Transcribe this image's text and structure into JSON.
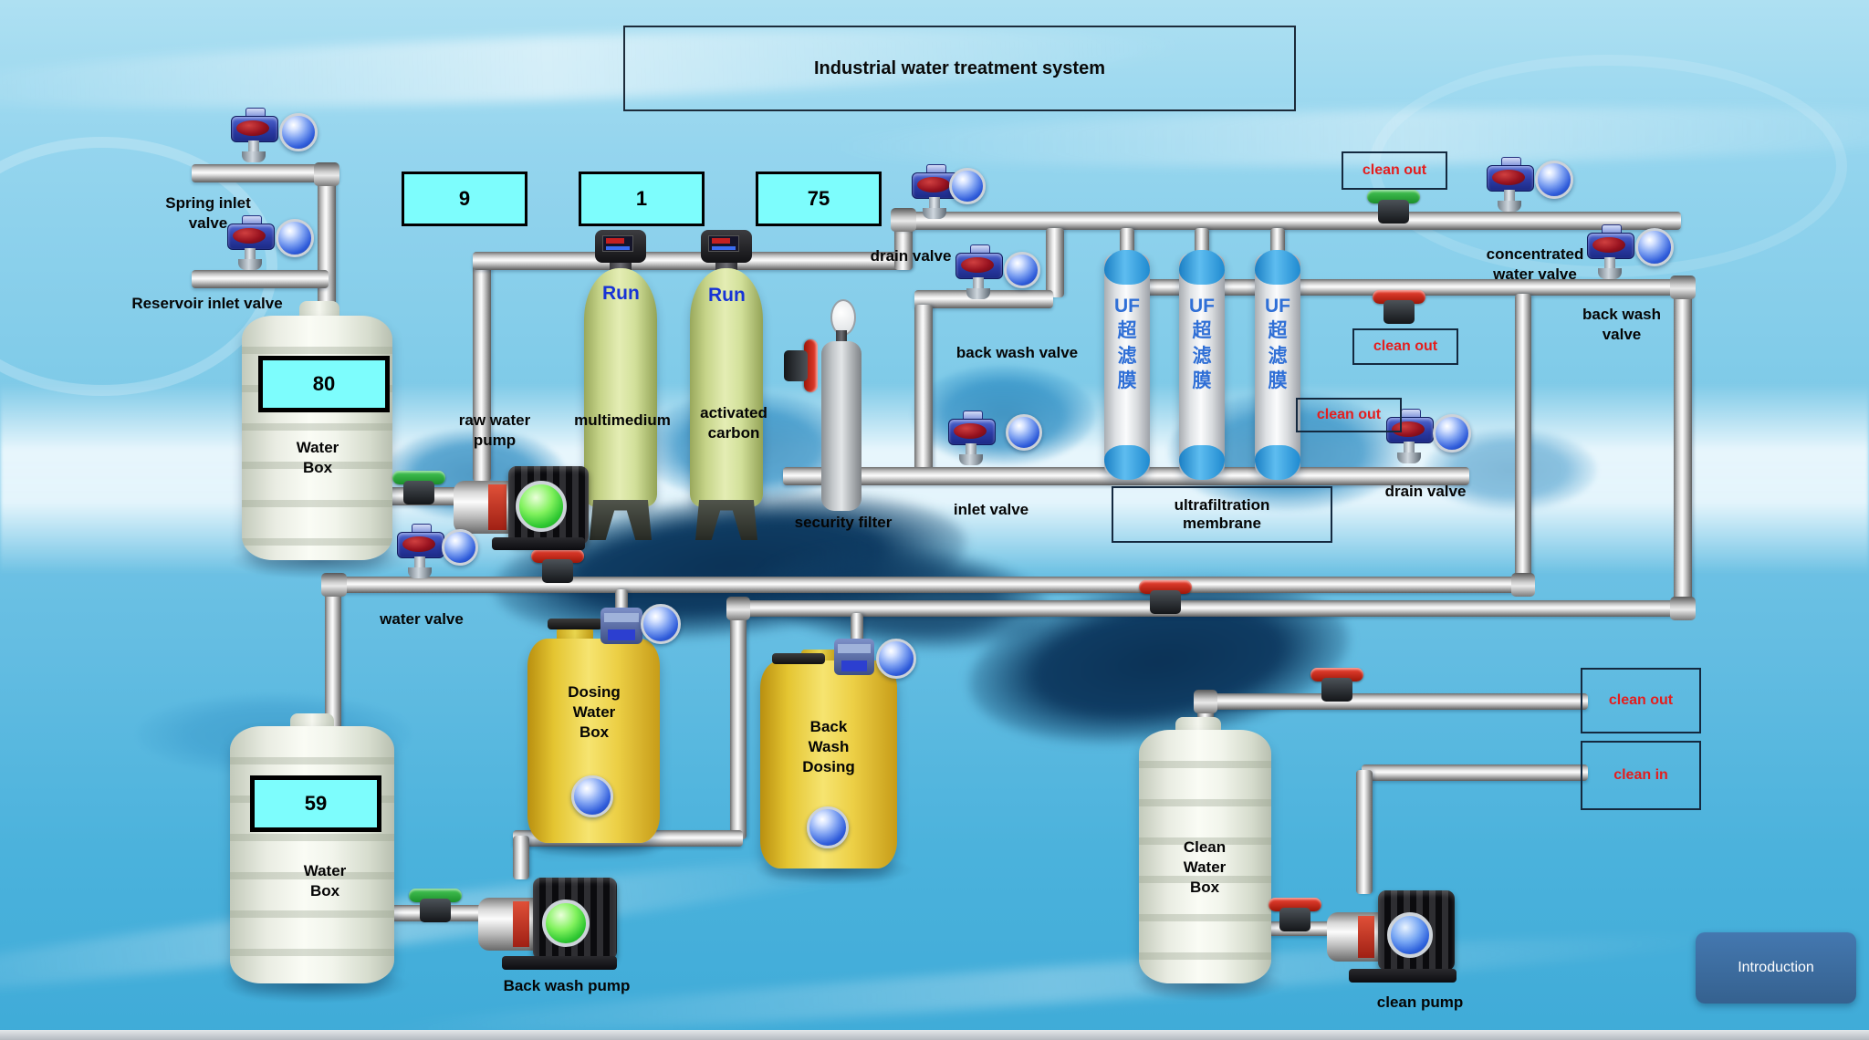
{
  "title": "Industrial water treatment system",
  "displays": {
    "meter_a": "9",
    "meter_b": "1",
    "meter_c": "75",
    "water_box_top_level": "80",
    "water_box_bottom_level": "59"
  },
  "status": {
    "run_multimedium": "Run",
    "run_activated_carbon": "Run"
  },
  "labels": {
    "spring_inlet_valve": "Spring inlet valve",
    "reservoir_inlet_valve": "Reservoir inlet valve",
    "raw_water_pump": "raw water pump",
    "multimedium": "multimedium",
    "activated_carbon": "activated carbon",
    "security_filter": "security filter",
    "drain_valve_top": "drain valve",
    "back_wash_valve_center": "back wash valve",
    "inlet_valve": "inlet valve",
    "concentrated_water_valve": "concentrated water valve",
    "back_wash_valve_right": "back wash valve",
    "drain_valve_right": "drain valve",
    "water_valve": "water valve",
    "water_box_top": "Water Box",
    "water_box_bottom": "Water Box",
    "dosing_water_box": "Dosing Water Box",
    "back_wash_dosing": "Back Wash Dosing",
    "clean_water_box": "Clean Water Box",
    "back_wash_pump": "Back wash pump",
    "clean_pump": "clean pump"
  },
  "boxes": {
    "ultrafiltration": "ultrafiltration membrane",
    "clean_out_top": "clean out",
    "clean_out_mid": "clean out",
    "clean_out_low": "clean out",
    "clean_out_right": "clean out",
    "clean_in_right": "clean in"
  },
  "uf": {
    "l1": "UF",
    "l2": "超",
    "l3": "滤",
    "l4": "膜"
  },
  "button": {
    "introduction": "Introduction"
  },
  "colors": {
    "display_bg": "#7dfdfd",
    "alert_red": "#e41e1e",
    "run_blue": "#1733d6",
    "button_blue": "#3a6ca2",
    "uf_cap_blue": "#2aa0e4",
    "tank_yellow": "#eed23f",
    "filter_green": "#d9e4a1",
    "indicator_blue": "#2a58d8",
    "indicator_green": "#2bc832",
    "water_background": "#7fc9e8"
  }
}
